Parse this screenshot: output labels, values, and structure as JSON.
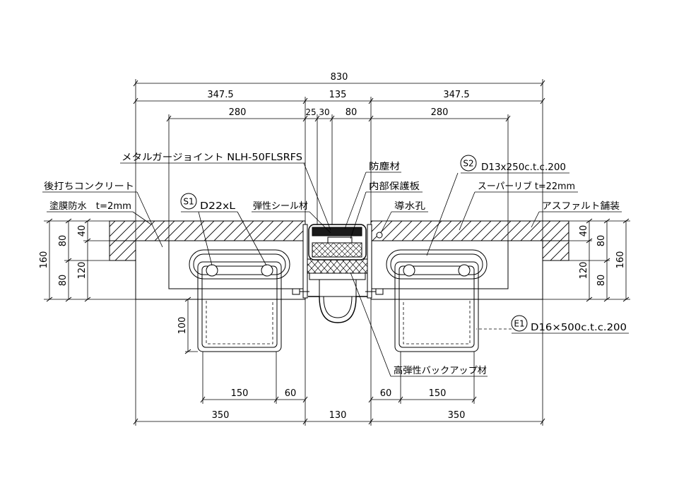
{
  "drawing": {
    "dimensions": {
      "overall_width": "830",
      "left_width": "347.5",
      "joint_width": "135",
      "right_width": "347.5",
      "left_inner": "280",
      "joint_seg_1": "25",
      "joint_seg_2": "30",
      "joint_seg_3": "80",
      "right_inner": "280",
      "left_total_depth": "160",
      "left_upper_depth": "80",
      "left_lower_depth": "80",
      "left_pavement_depth": "40",
      "left_concrete_depth": "120",
      "right_pavement_depth": "40",
      "right_concrete_depth": "120",
      "right_upper_depth": "80",
      "right_lower_depth": "80",
      "right_total_depth": "160",
      "anchor_depth": "100",
      "left_anchor_spacing": "150",
      "left_anchor_offset": "60",
      "right_anchor_offset": "60",
      "right_anchor_spacing": "150",
      "bottom_left": "350",
      "bottom_middle": "130",
      "bottom_right": "350"
    },
    "labels": {
      "joint_product": "メタルガージョイント NLH-50FLSRFS",
      "post_cast_concrete": "後打ちコンクリート",
      "waterproofing": "塗膜防水　t=2mm",
      "elastic_seal": "弾性シール材",
      "dust_seal": "防塵材",
      "inner_protection_plate": "内部保護板",
      "drain_hole": "導水孔",
      "super_rib": "スーパーリブ t=22mm",
      "asphalt_pavement": "アスファルト舗装",
      "backup_material": "高弾性バックアップ材"
    },
    "rebar_callouts": {
      "s1": {
        "mark": "S1",
        "spec": "D22xL"
      },
      "s2": {
        "mark": "S2",
        "spec": "D13x250c.t.c.200"
      },
      "e1": {
        "mark": "E1",
        "spec": "D16×500c.t.c.200"
      }
    },
    "colors": {
      "line": "#000000",
      "background": "#ffffff"
    }
  }
}
